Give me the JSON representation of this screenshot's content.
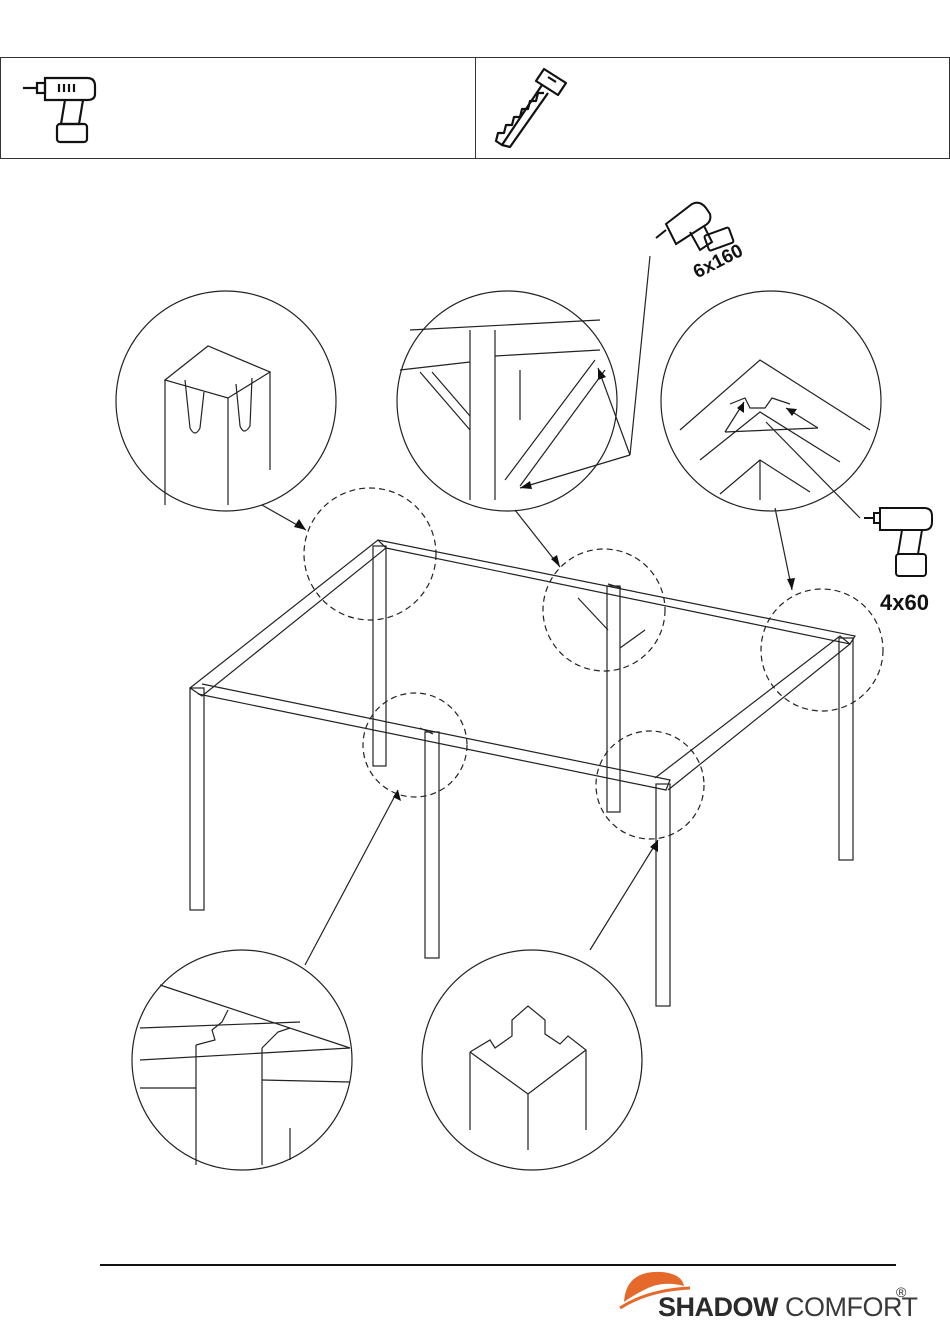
{
  "tools_header": {
    "left_tool_icon": "cordless-drill-icon",
    "right_tool_icon": "hand-saw-icon"
  },
  "diagram": {
    "upper_screw_label": "6x160",
    "upper_screw_icon": "cordless-drill-icon",
    "side_screw_label": "4x60",
    "side_screw_icon": "cordless-drill-icon"
  },
  "footer": {
    "brand_word_1": "SHADOW",
    "brand_word_2": "COMFORT",
    "registered_mark": "®",
    "brand_accent_color": "#e5692a"
  }
}
